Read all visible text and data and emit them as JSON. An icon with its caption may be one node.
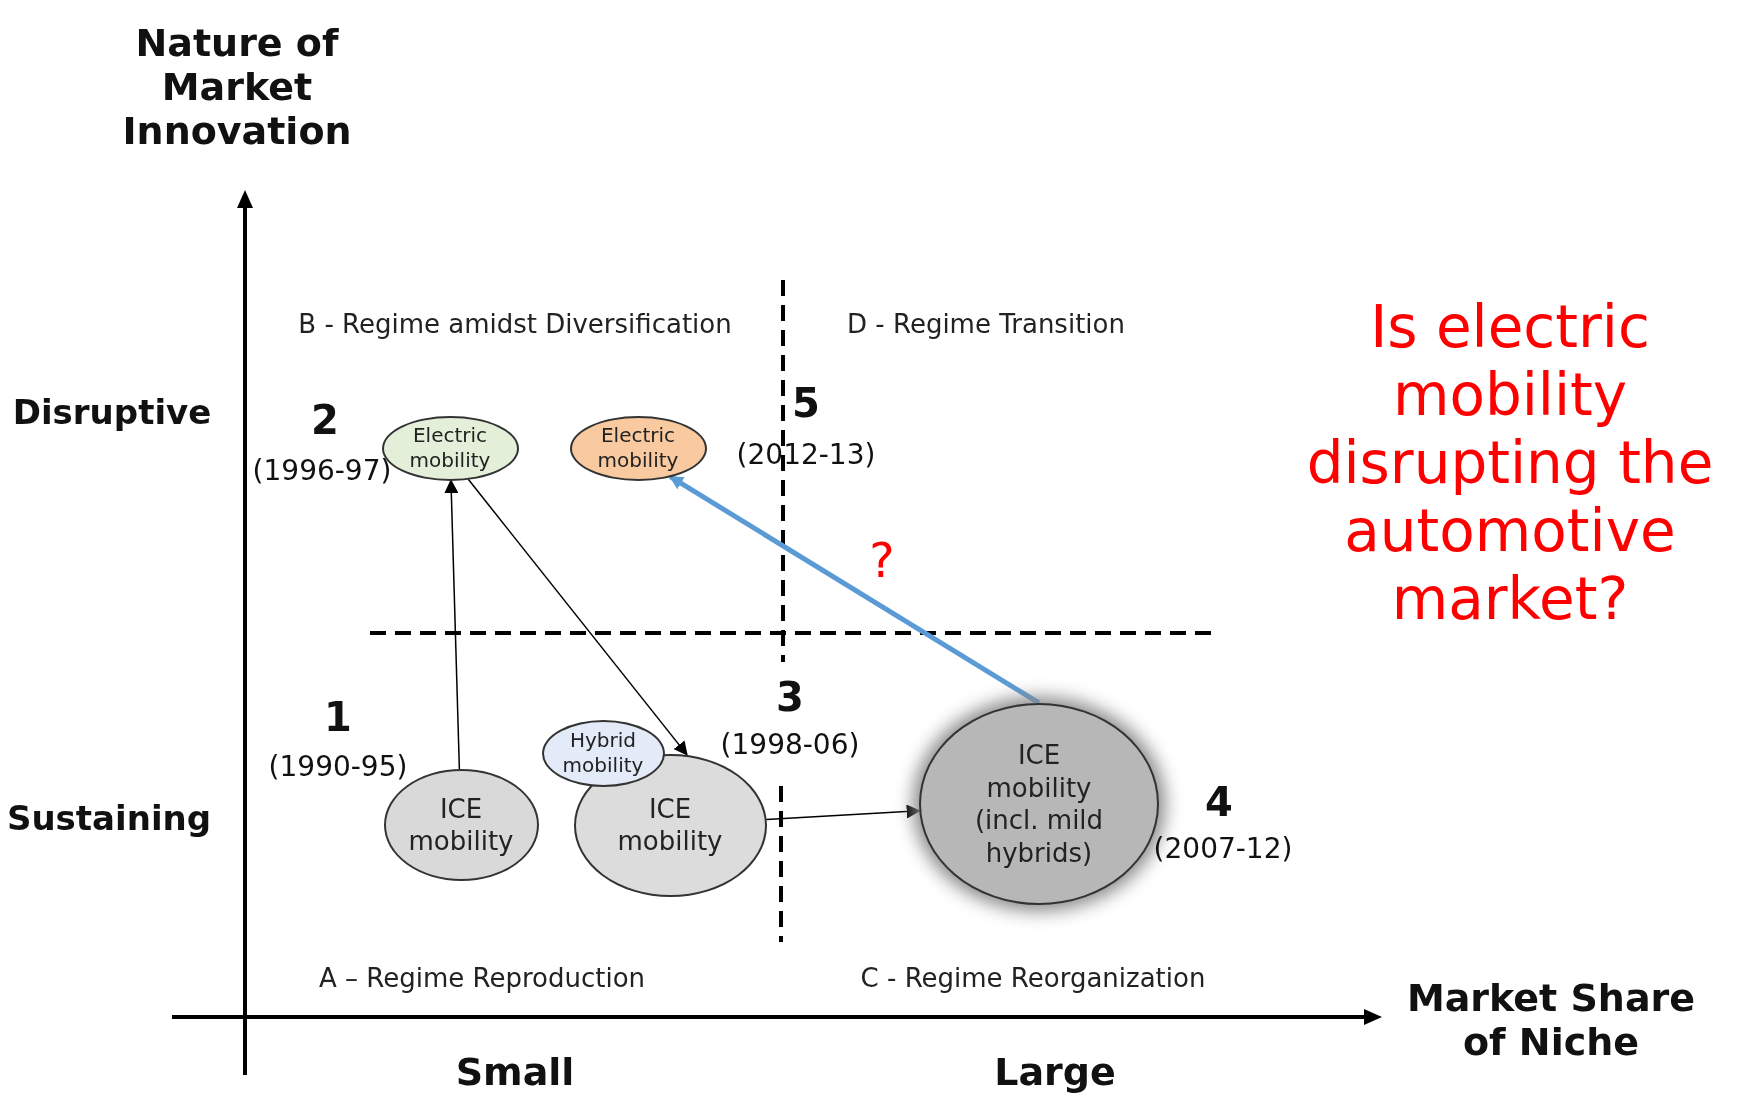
{
  "diagram": {
    "nodes": [
      {
        "text": [
          "Electric mobility"
        ],
        "beside": [
          "2",
          "(1996-97)"
        ]
      },
      {
        "text": [
          "Electric mobility"
        ],
        "beside": [
          "5",
          "(2012-13)"
        ]
      },
      {
        "text": [
          "Hybrid mobility"
        ]
      },
      {
        "text": [
          "ICE mobility"
        ],
        "beside": [
          "1",
          "(1990-95)"
        ]
      },
      {
        "text": [
          "ICE mobility"
        ],
        "beside": [
          "3",
          "(1998-06)"
        ]
      },
      {
        "text": [
          "ICE mobility (incl. mild hybrids)"
        ],
        "beside": [
          "4",
          "(2007-12)"
        ]
      }
    ],
    "edges": [
      {
        "from": 3,
        "to": 0,
        "arrow": "to"
      },
      {
        "from": 0,
        "to": 4,
        "arrow": "to"
      },
      {
        "from": 4,
        "to": 5,
        "arrow": "to"
      },
      {
        "from": 5,
        "to": 1,
        "arrow": "to",
        "label": "?",
        "style": "thick",
        "color": "#5b9bd5"
      }
    ],
    "labels": [
      "Nature of Market Innovation",
      "Disruptive",
      "Sustaining",
      "B - Regime amidst Diversification",
      "D - Regime Transition",
      "A – Regime Reproduction",
      "C - Regime Reorganization",
      "Market Share of Niche",
      "Small",
      "Large",
      "Is electric mobility disrupting the automotive market?"
    ]
  }
}
